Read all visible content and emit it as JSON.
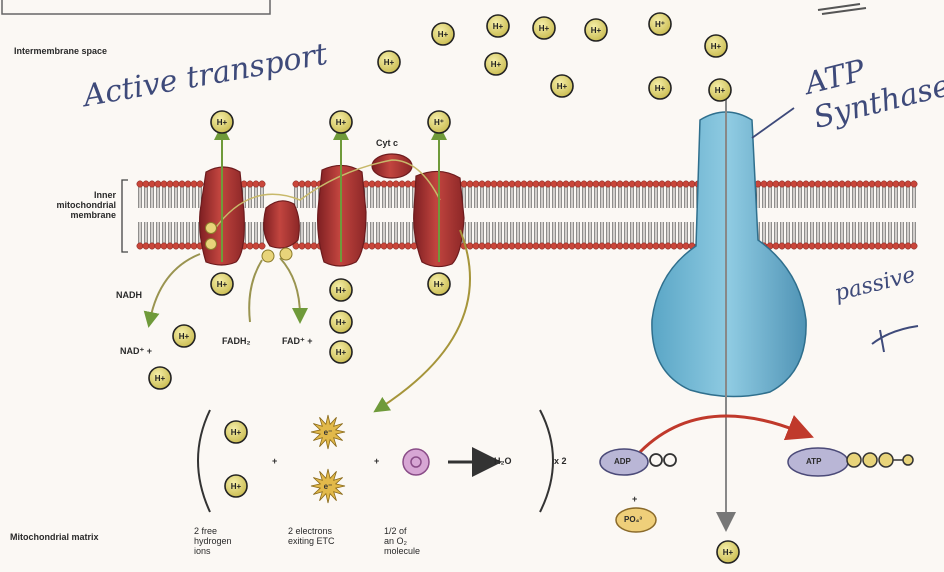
{
  "labels": {
    "intermembrane_space": "Intermembrane space",
    "inner_membrane": [
      "Inner",
      "mitochondrial",
      "membrane"
    ],
    "mitochondrial_matrix": "Mitochondrial matrix",
    "nadh": "NADH",
    "nad_plus": "NAD⁺ +",
    "fadh2": "FADH₂",
    "fad_plus": "FAD⁺ +",
    "cytc": "Cyt c",
    "h_ion": "H+",
    "h_ion_alt": "H⁺",
    "electron": "e⁻",
    "h2o": "H₂O",
    "times2": "x 2",
    "plus": "+",
    "adp": "ADP",
    "atp": "ATP",
    "po4": "PO₄³",
    "caption_h": [
      "2 free",
      "hydrogen",
      "ions"
    ],
    "caption_e": [
      "2 electrons",
      "exiting ETC"
    ],
    "caption_o": [
      "1/2 of",
      "an O₂",
      "molecule"
    ]
  },
  "handwriting": {
    "active_transport": "Active transport",
    "atp_synthase": "ATP Synthase",
    "passive": "passive",
    "dash": "—"
  },
  "colors": {
    "membrane_head": "#c9463a",
    "complex": "#b03a37",
    "atp_synthase": "#6fb6d3",
    "h_ion_fill": "#e6da7a",
    "arrow_green": "#6f9a3a",
    "arrow_red": "#c0392b",
    "ink": "#3e4a7a"
  }
}
